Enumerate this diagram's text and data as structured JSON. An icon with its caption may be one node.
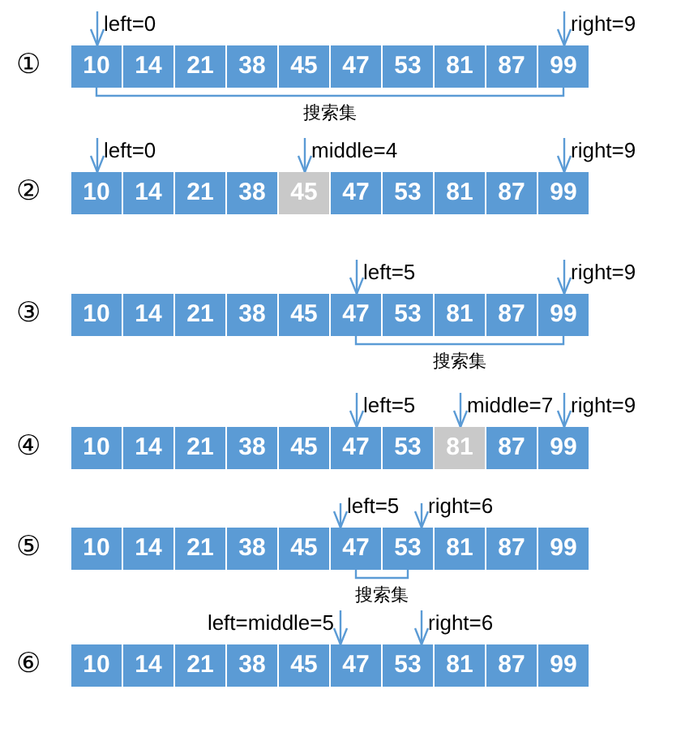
{
  "diagram": {
    "nodes": [
      {
        "text": [
          "10"
        ]
      },
      {
        "text": [
          "14"
        ]
      },
      {
        "text": [
          "21"
        ]
      },
      {
        "text": [
          "38"
        ]
      },
      {
        "text": [
          "45"
        ]
      },
      {
        "text": [
          "47"
        ]
      },
      {
        "text": [
          "53"
        ]
      },
      {
        "text": [
          "81"
        ]
      },
      {
        "text": [
          "87"
        ]
      },
      {
        "text": [
          "99"
        ]
      },
      {
        "text": [
          "10"
        ]
      },
      {
        "text": [
          "14"
        ]
      },
      {
        "text": [
          "21"
        ]
      },
      {
        "text": [
          "38"
        ]
      },
      {
        "text": [
          "45"
        ]
      },
      {
        "text": [
          "47"
        ]
      },
      {
        "text": [
          "53"
        ]
      },
      {
        "text": [
          "81"
        ]
      },
      {
        "text": [
          "87"
        ]
      },
      {
        "text": [
          "99"
        ]
      },
      {
        "text": [
          "10"
        ]
      },
      {
        "text": [
          "14"
        ]
      },
      {
        "text": [
          "21"
        ]
      },
      {
        "text": [
          "38"
        ]
      },
      {
        "text": [
          "45"
        ]
      },
      {
        "text": [
          "47"
        ]
      },
      {
        "text": [
          "53"
        ]
      },
      {
        "text": [
          "81"
        ]
      },
      {
        "text": [
          "87"
        ]
      },
      {
        "text": [
          "99"
        ]
      },
      {
        "text": [
          "10"
        ]
      },
      {
        "text": [
          "14"
        ]
      },
      {
        "text": [
          "21"
        ]
      },
      {
        "text": [
          "38"
        ]
      },
      {
        "text": [
          "45"
        ]
      },
      {
        "text": [
          "47"
        ]
      },
      {
        "text": [
          "53"
        ]
      },
      {
        "text": [
          "81"
        ]
      },
      {
        "text": [
          "87"
        ]
      },
      {
        "text": [
          "99"
        ]
      },
      {
        "text": [
          "10"
        ]
      },
      {
        "text": [
          "14"
        ]
      },
      {
        "text": [
          "21"
        ]
      },
      {
        "text": [
          "38"
        ]
      },
      {
        "text": [
          "45"
        ]
      },
      {
        "text": [
          "47"
        ]
      },
      {
        "text": [
          "53"
        ]
      },
      {
        "text": [
          "81"
        ]
      },
      {
        "text": [
          "87"
        ]
      },
      {
        "text": [
          "99"
        ]
      },
      {
        "text": [
          "10"
        ]
      },
      {
        "text": [
          "14"
        ]
      },
      {
        "text": [
          "21"
        ]
      },
      {
        "text": [
          "38"
        ]
      },
      {
        "text": [
          "45"
        ]
      },
      {
        "text": [
          "47"
        ]
      },
      {
        "text": [
          "53"
        ]
      },
      {
        "text": [
          "81"
        ]
      },
      {
        "text": [
          "87"
        ]
      },
      {
        "text": [
          "99"
        ]
      }
    ],
    "edges": [
      {
        "from": null,
        "to": 0,
        "arrow": "to",
        "label": "left=0"
      },
      {
        "from": null,
        "to": 9,
        "arrow": "to",
        "label": "right=9"
      },
      {
        "from": null,
        "to": 10,
        "arrow": "to",
        "label": "left=0"
      },
      {
        "from": null,
        "to": 14,
        "arrow": "to",
        "label": "middle=4"
      },
      {
        "from": null,
        "to": 19,
        "arrow": "to",
        "label": "right=9"
      },
      {
        "from": null,
        "to": 25,
        "arrow": "to",
        "label": "left=5"
      },
      {
        "from": null,
        "to": 29,
        "arrow": "to",
        "label": "right=9"
      },
      {
        "from": null,
        "to": 35,
        "arrow": "to",
        "label": "left=5"
      },
      {
        "from": null,
        "to": 37,
        "arrow": "to",
        "label": "middle=7"
      },
      {
        "from": null,
        "to": 39,
        "arrow": "to",
        "label": "right=9"
      },
      {
        "from": null,
        "to": 45,
        "arrow": "to",
        "label": "left=5"
      },
      {
        "from": null,
        "to": 46,
        "arrow": "to",
        "label": "right=6"
      },
      {
        "from": null,
        "to": 55,
        "arrow": "to",
        "label": "left=middle=5"
      },
      {
        "from": null,
        "to": 56,
        "arrow": "to",
        "label": "right=6"
      }
    ],
    "labels": [
      "①",
      "搜索集",
      "②",
      "③",
      "搜索集",
      "④",
      "⑤",
      "搜索集",
      "⑥"
    ]
  }
}
